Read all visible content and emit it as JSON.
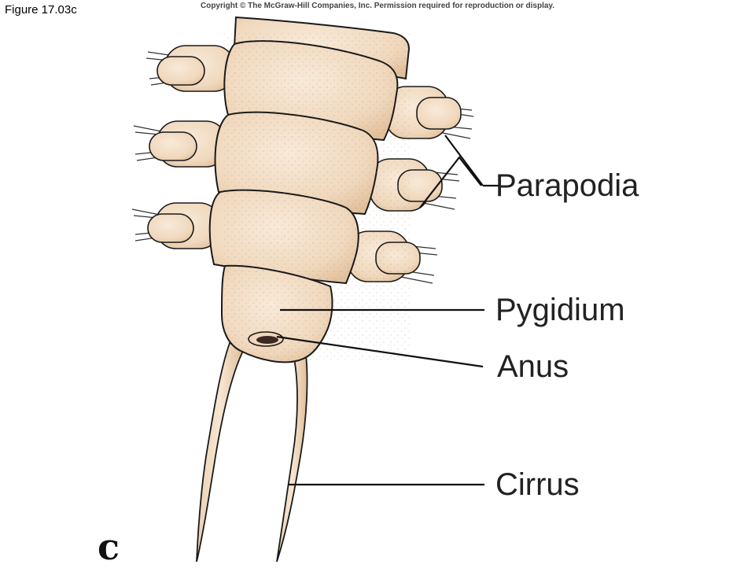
{
  "figure_id": "Figure 17.03c",
  "copyright": "Copyright © The McGraw-Hill Companies, Inc. Permission required for reproduction or display.",
  "labels": {
    "parapodia": "Parapodia",
    "pygidium": "Pygidium",
    "anus": "Anus",
    "cirrus": "Cirrus"
  },
  "panel_letter": "c",
  "colors": {
    "body_fill": "#f2dcc4",
    "body_shade": "#e4c4a2",
    "outline": "#1a1a1a",
    "leader": "#111111"
  }
}
